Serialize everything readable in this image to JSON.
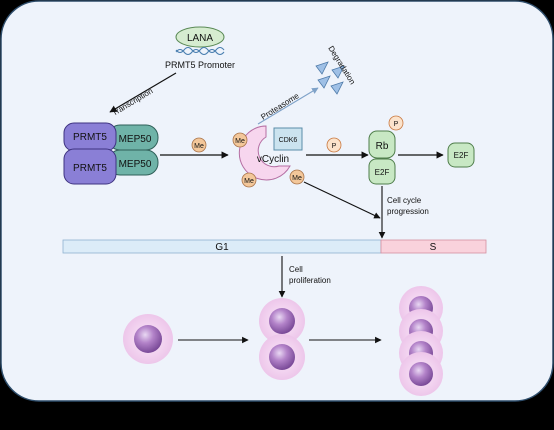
{
  "colors": {
    "panel_bg": "#eef3fb",
    "panel_border": "#2e4d6b",
    "prmt5_fill": "#8a7fd6",
    "mep50_fill": "#6fb3a8",
    "me_fill": "#f3c79a",
    "p_fill": "#fbe3cc",
    "vcyclin_fill": "#f7d6ee",
    "cdk6_fill": "#cbe3ef",
    "rb_fill": "#c8e8c4",
    "g1_fill": "#dcecf8",
    "s_fill": "#f9d2dc",
    "cell_outer": "#f3d6f1",
    "cell_nucleus": "#b07bc4",
    "lana_fill": "#d6ecd0"
  },
  "promoter": {
    "protein": "LANA",
    "label": "PRMT5 Promoter"
  },
  "labels": {
    "transcription": "Transcription",
    "proteasome": "Proteasome",
    "degradation": "Degradation",
    "cell_cycle_progression_1": "Cell cycle",
    "cell_cycle_progression_2": "progression",
    "cell_proliferation_1": "Cell",
    "cell_proliferation_2": "proliferation"
  },
  "complex": {
    "prmt5_top": "PRMT5",
    "prmt5_bottom": "PRMT5",
    "mep50_top": "MEP50",
    "mep50_bottom": "MEP50"
  },
  "modifications": {
    "me": "Me",
    "p": "P"
  },
  "vcyclin": {
    "label": "vCyclin",
    "partner": "CDK6"
  },
  "rb_e2f": {
    "rb": "Rb",
    "e2f_bound": "E2F",
    "e2f_free": "E2F"
  },
  "cell_cycle_bar": {
    "g1": "G1",
    "s": "S"
  }
}
